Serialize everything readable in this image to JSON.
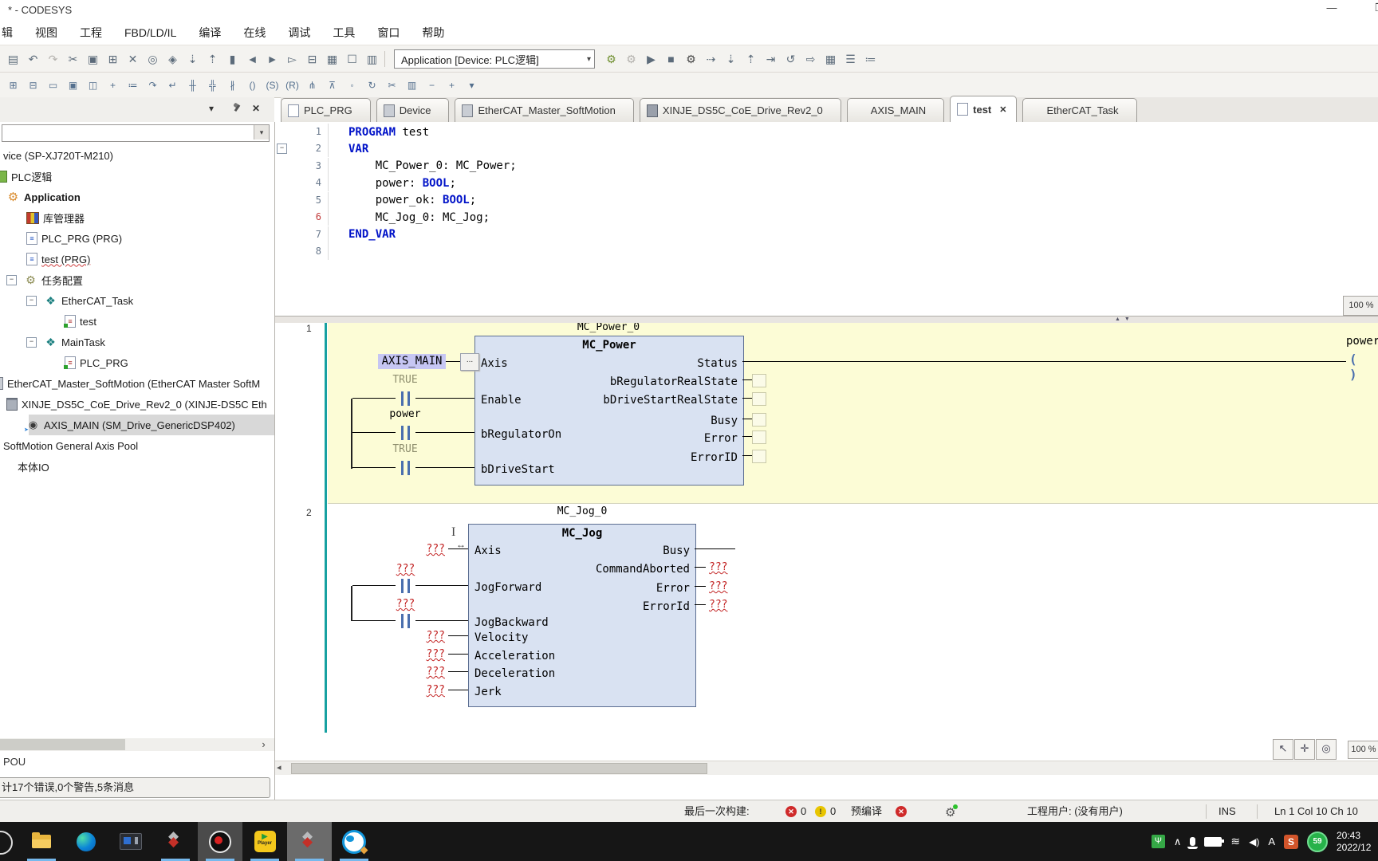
{
  "window": {
    "title": "* - CODESYS",
    "minimize": "—",
    "maximize": "❒"
  },
  "menu": {
    "items": [
      {
        "label": "辑"
      },
      {
        "label": "视图"
      },
      {
        "label": "工程"
      },
      {
        "label": "FBD/LD/IL"
      },
      {
        "label": "编译"
      },
      {
        "label": "在线"
      },
      {
        "label": "调试"
      },
      {
        "label": "工具"
      },
      {
        "label": "窗口"
      },
      {
        "label": "帮助"
      }
    ]
  },
  "toolbar": {
    "device_combo": "Application [Device: PLC逻辑]",
    "combo_arrow": "▾",
    "row1a": [
      {
        "name": "print-icon",
        "glyph": "▤"
      },
      {
        "name": "undo-icon",
        "glyph": "↶"
      },
      {
        "name": "redo-icon",
        "glyph": "↷",
        "cls": "dim"
      },
      {
        "name": "cut-icon",
        "glyph": "✂"
      },
      {
        "name": "copy-icon",
        "glyph": "▣"
      },
      {
        "name": "paste-icon",
        "glyph": "⊞"
      },
      {
        "name": "delete-icon",
        "glyph": "✕"
      },
      {
        "name": "find-icon",
        "glyph": "◎"
      },
      {
        "name": "find-replace-icon",
        "glyph": "◈"
      },
      {
        "name": "search-project-icon",
        "glyph": "⇣"
      },
      {
        "name": "replace-project-icon",
        "glyph": "⇡"
      },
      {
        "name": "toggle-bookmark-icon",
        "glyph": "▮"
      },
      {
        "name": "previous-bookmark-icon",
        "glyph": "◄"
      },
      {
        "name": "next-bookmark-icon",
        "glyph": "►"
      },
      {
        "name": "clear-bookmarks-icon",
        "glyph": "▻"
      },
      {
        "name": "paste-special-icon",
        "glyph": "⊟"
      },
      {
        "name": "insert-table-icon",
        "glyph": "▦"
      },
      {
        "name": "new-object-icon",
        "glyph": "☐"
      },
      {
        "name": "input-assistant-icon",
        "glyph": "▥"
      }
    ],
    "row1b": [
      {
        "name": "login-icon",
        "glyph": "⚙",
        "cls": "green"
      },
      {
        "name": "logout-icon",
        "glyph": "⚙",
        "cls": "dim"
      },
      {
        "name": "start-icon",
        "glyph": "▶"
      },
      {
        "name": "stop-icon",
        "glyph": "■"
      },
      {
        "name": "build-config-icon",
        "glyph": "⚙",
        "cls": "dark"
      },
      {
        "name": "step-over-icon",
        "glyph": "⇢"
      },
      {
        "name": "step-into-icon",
        "glyph": "⇣"
      },
      {
        "name": "step-out-icon",
        "glyph": "⇡"
      },
      {
        "name": "run-to-cursor-icon",
        "glyph": "⇥"
      },
      {
        "name": "reset-icon",
        "glyph": "↺"
      },
      {
        "name": "next-cycle-icon",
        "glyph": "⇨"
      },
      {
        "name": "flow-control-icon",
        "glyph": "▦"
      },
      {
        "name": "breakpoints-icon",
        "glyph": "☰"
      },
      {
        "name": "write-values-icon",
        "glyph": "≔"
      }
    ],
    "row2": [
      {
        "name": "insert-network-icon",
        "glyph": "⊞"
      },
      {
        "name": "insert-network-below-icon",
        "glyph": "⊟"
      },
      {
        "name": "insert-empty-box-icon",
        "glyph": "▭"
      },
      {
        "name": "insert-box-icon",
        "glyph": "▣"
      },
      {
        "name": "insert-box-en-icon",
        "glyph": "◫"
      },
      {
        "name": "insert-input-icon",
        "glyph": "+"
      },
      {
        "name": "insert-assignment-icon",
        "glyph": "≔"
      },
      {
        "name": "insert-jump-icon",
        "glyph": "↷"
      },
      {
        "name": "insert-return-icon",
        "glyph": "↵"
      },
      {
        "name": "insert-contact-icon",
        "glyph": "╫"
      },
      {
        "name": "insert-parallel-contact-icon",
        "glyph": "╬"
      },
      {
        "name": "insert-negated-contact-icon",
        "glyph": "∦"
      },
      {
        "name": "insert-coil-icon",
        "glyph": "()"
      },
      {
        "name": "insert-set-coil-icon",
        "glyph": "(S)"
      },
      {
        "name": "insert-reset-coil-icon",
        "glyph": "(R)"
      },
      {
        "name": "insert-branch-icon",
        "glyph": "⋔"
      },
      {
        "name": "insert-rising-edge-icon",
        "glyph": "⊼"
      },
      {
        "name": "negate-icon",
        "glyph": "◦"
      },
      {
        "name": "update-parameters-icon",
        "glyph": "↻"
      },
      {
        "name": "remove-unused-variables-icon",
        "glyph": "✂"
      },
      {
        "name": "view-as-matrix-icon",
        "glyph": "▥"
      },
      {
        "name": "zoom-out-icon",
        "glyph": "−"
      },
      {
        "name": "zoom-in-icon",
        "glyph": "+"
      },
      {
        "name": "more-options-icon",
        "glyph": "▾"
      }
    ]
  },
  "tabs": [
    {
      "label": "PLC_PRG",
      "icon": "pou"
    },
    {
      "label": "Device",
      "icon": "device"
    },
    {
      "label": "EtherCAT_Master_SoftMotion",
      "icon": "ecat"
    },
    {
      "label": "XINJE_DS5C_CoE_Drive_Rev2_0",
      "icon": "drv"
    },
    {
      "label": "AXIS_MAIN",
      "icon": "axis"
    },
    {
      "label": "test",
      "icon": "pou",
      "cls": "active",
      "close": "✕"
    },
    {
      "label": "EtherCAT_Task",
      "icon": "task"
    }
  ],
  "sidebar": {
    "header_collapse": "▾",
    "header_close": "✕",
    "combo_arrow": "▾",
    "tree": [
      {
        "label": "vice (SP-XJ720T-M210)",
        "icon": "none",
        "cls": "pl4"
      },
      {
        "label": "PLC逻辑",
        "icon": "plc",
        "cls": "pl4 clip1"
      },
      {
        "label": "Application",
        "icon": "app",
        "cls": "pl8 bold"
      },
      {
        "label": "库管理器",
        "icon": "lib",
        "cls": "pl33"
      },
      {
        "label": "PLC_PRG (PRG)",
        "icon": "pou",
        "cls": "pl33"
      },
      {
        "label": "test (PRG)",
        "icon": "pou",
        "cls": "pl33 squig"
      },
      {
        "label": "任务配置",
        "icon": "taskcfg",
        "cls": "pl8",
        "exp": "−"
      },
      {
        "label": "EtherCAT_Task",
        "icon": "task",
        "cls": "pl33",
        "exp": "−"
      },
      {
        "label": "test",
        "icon": "pouref",
        "cls": "pl81"
      },
      {
        "label": "MainTask",
        "icon": "task",
        "cls": "pl33",
        "exp": "−"
      },
      {
        "label": "PLC_PRG",
        "icon": "pouref",
        "cls": "pl81"
      },
      {
        "label": "EtherCAT_Master_SoftMotion (EtherCAT Master SoftM",
        "icon": "ecat",
        "cls": "pl4 clip2"
      },
      {
        "label": "XINJE_DS5C_CoE_Drive_Rev2_0 (XINJE-DS5C Eth",
        "icon": "drv",
        "cls": "pl8"
      },
      {
        "label": "AXIS_MAIN (SM_Drive_GenericDSP402)",
        "icon": "axis",
        "cls": "pl33 sel"
      },
      {
        "label": "SoftMotion General Axis Pool",
        "icon": "none",
        "cls": "pl4"
      },
      {
        "label": "本体IO",
        "icon": "none",
        "cls": "pl22"
      }
    ],
    "scroll_right_arrow": "›",
    "bottom_tab": "POU",
    "build_message": "计17个错误,0个警告,5条消息"
  },
  "st": {
    "zoom": "100 %",
    "fold": "−",
    "lines": [
      {
        "no": "1",
        "segs": [
          [
            "PROGRAM",
            "kw"
          ],
          [
            " test",
            ""
          ]
        ]
      },
      {
        "no": "2",
        "segs": [
          [
            "VAR",
            "kw"
          ]
        ]
      },
      {
        "no": "3",
        "segs": [
          [
            "    MC_Power_0: MC_Power;",
            ""
          ]
        ]
      },
      {
        "no": "4",
        "segs": [
          [
            "    power: ",
            ""
          ],
          [
            "BOOL",
            "kw"
          ],
          [
            ";",
            ""
          ]
        ]
      },
      {
        "no": "5",
        "segs": [
          [
            "    power_ok: ",
            ""
          ],
          [
            "BOOL",
            "kw"
          ],
          [
            ";",
            ""
          ]
        ]
      },
      {
        "no": "6",
        "cls": "err",
        "segs": [
          [
            "    MC_Jog_0: MC_Jog;",
            ""
          ]
        ]
      },
      {
        "no": "7",
        "segs": [
          [
            "END_VAR",
            "kw"
          ]
        ]
      },
      {
        "no": "8",
        "segs": []
      }
    ]
  },
  "fbd": {
    "editor_zoom": "100 %",
    "net1": {
      "no": "1",
      "instance": "MC_Power_0",
      "type": "MC_Power",
      "inputs": [
        {
          "t": "Axis"
        },
        {
          "t": "Enable"
        },
        {
          "t": "bRegulatorOn"
        },
        {
          "t": "bDriveStart"
        }
      ],
      "outputs": [
        {
          "t": "Status"
        },
        {
          "t": "bRegulatorRealState"
        },
        {
          "t": "bDriveStartRealState"
        },
        {
          "t": "Busy"
        },
        {
          "t": "Error"
        },
        {
          "t": "ErrorID"
        }
      ],
      "operand_axis": "AXIS_MAIN",
      "assistant_button": "...",
      "contact1": "TRUE",
      "contact2": "power",
      "contact3": "TRUE",
      "coil_operand": "power_ok"
    },
    "net2": {
      "no": "2",
      "instance": "MC_Jog_0",
      "type": "MC_Jog",
      "inputs": [
        {
          "t": "Axis"
        },
        {
          "t": "JogForward"
        },
        {
          "t": "JogBackward"
        },
        {
          "t": "Velocity"
        },
        {
          "t": "Acceleration"
        },
        {
          "t": "Deceleration"
        },
        {
          "t": "Jerk"
        }
      ],
      "outputs": [
        {
          "t": "Busy"
        },
        {
          "t": "CommandAborted"
        },
        {
          "t": "Error"
        },
        {
          "t": "ErrorId"
        }
      ],
      "placeholder": "???"
    }
  },
  "status": {
    "last_build_label": "最后一次构建:",
    "error_count": "0",
    "warning_count": "0",
    "precompile_label": "预编译",
    "project_user": "工程用户: (没有用户)",
    "insert_mode": "INS",
    "caret_position": "Ln 1 Col 10 Ch 10"
  },
  "taskbar": {
    "player_label": "Player",
    "tray": {
      "usb": "Ψ",
      "chevron": "∧",
      "wifi": "≋",
      "speaker": "◀)",
      "ime": "A",
      "sogou": "S",
      "badge": "59",
      "clock_time": "20:43",
      "clock_date": "2022/12"
    }
  }
}
